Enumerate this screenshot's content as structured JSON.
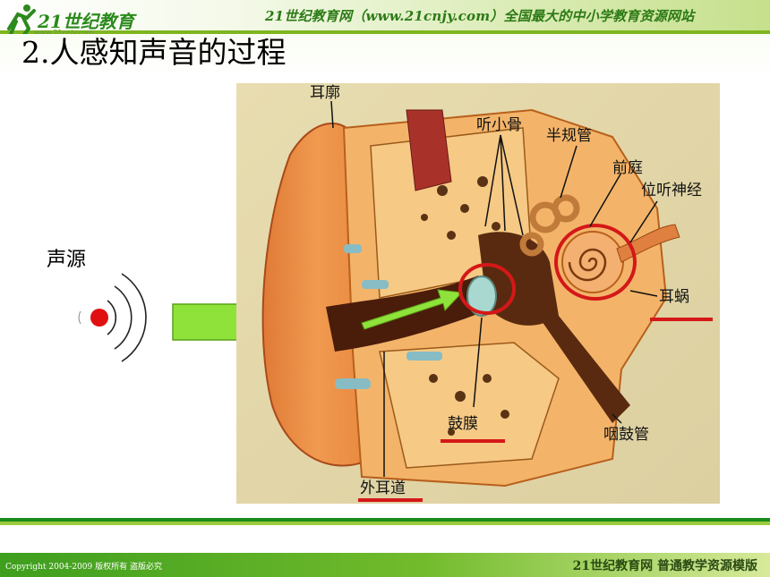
{
  "header": {
    "logo_text": "21世纪教育",
    "logo_sub": "www.21cnjy.com",
    "banner_text": "21世纪教育网（www.21cnjy.com）全国最大的中小学教育资源网站"
  },
  "slide": {
    "title": "2.人感知声音的过程",
    "source_label": "声源"
  },
  "diagram": {
    "labels": {
      "pinna": "耳廓",
      "ossicles": "听小骨",
      "semicircular": "半规管",
      "vestibule": "前庭",
      "nerve": "位听神经",
      "cochlea": "耳蜗",
      "eardrum": "鼓膜",
      "eustachian": "咽鼓管",
      "ear_canal": "外耳道"
    }
  },
  "footer": {
    "copyright": "Copyright 2004-2009 版权所有 盗版必究",
    "right": "21世纪教育网   普通教学资源模版"
  },
  "colors": {
    "banner_green": "#7fb51f",
    "arrow_green": "#8ee23a",
    "highlight_red": "#d41818",
    "footer_green": "#3e9e1e"
  }
}
